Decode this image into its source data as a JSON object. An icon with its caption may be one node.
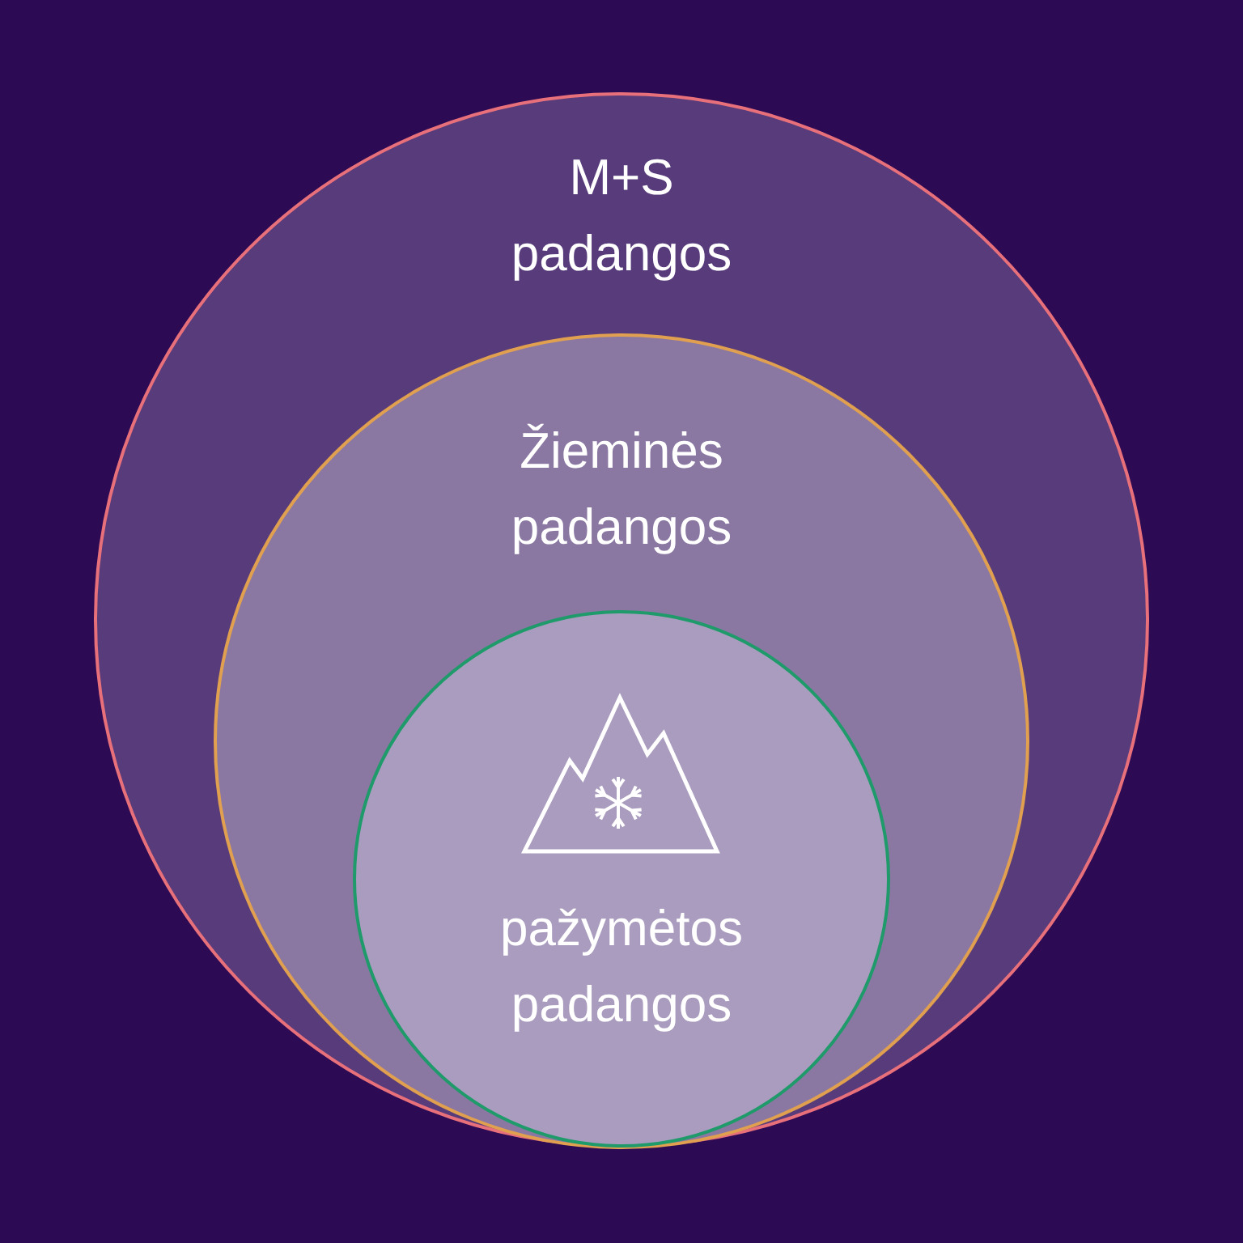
{
  "diagram": {
    "nodes": [
      {
        "text": [
          "M+S padangos"
        ]
      },
      {
        "text": [
          "Žieminės padangos"
        ],
        "in": 0
      },
      {
        "text": [
          "pažymėtos padangos"
        ],
        "in": 1
      }
    ]
  }
}
